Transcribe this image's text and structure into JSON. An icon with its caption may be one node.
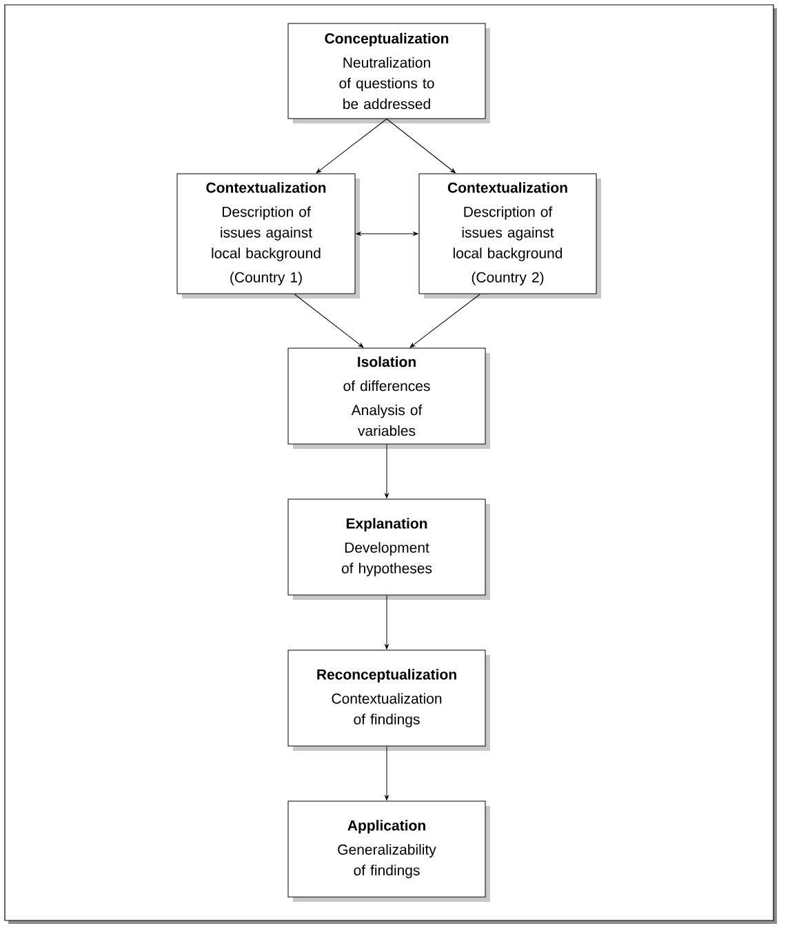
{
  "diagram": {
    "nodes": [
      {
        "text": [
          "Conceptualization",
          "Neutralization of questions to be addressed"
        ]
      },
      {
        "text": [
          "Contextualization",
          "Description of issues against local background",
          "(Country 1)"
        ]
      },
      {
        "text": [
          "Contextualization",
          "Description of issues against local background",
          "(Country 2)"
        ]
      },
      {
        "text": [
          "Isolation",
          "of differences",
          "Analysis of variables"
        ]
      },
      {
        "text": [
          "Explanation",
          "Development of hypotheses"
        ]
      },
      {
        "text": [
          "Reconceptualization",
          "Contextualization of findings"
        ]
      },
      {
        "text": [
          "Application",
          "Generalizability of findings"
        ]
      }
    ],
    "edges": [
      {
        "from": 0,
        "to": 1,
        "arrow": "to"
      },
      {
        "from": 0,
        "to": 2,
        "arrow": "to"
      },
      {
        "from": 1,
        "to": 2,
        "arrow": "both"
      },
      {
        "from": 1,
        "to": 3,
        "arrow": "to"
      },
      {
        "from": 2,
        "to": 3,
        "arrow": "to"
      },
      {
        "from": 3,
        "to": 4,
        "arrow": "to"
      },
      {
        "from": 4,
        "to": 5,
        "arrow": "to"
      },
      {
        "from": 5,
        "to": 6,
        "arrow": "to"
      }
    ]
  }
}
